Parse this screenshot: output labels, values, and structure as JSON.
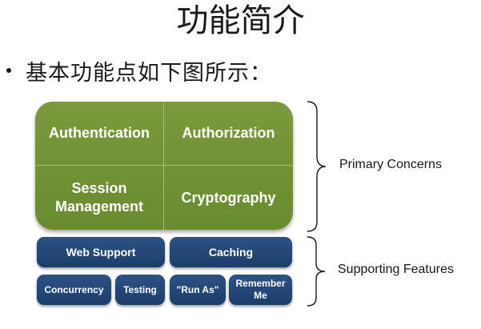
{
  "title": "功能简介",
  "bullet": "基本功能点如下图所示：",
  "primary": {
    "cells": [
      "Authentication",
      "Authorization",
      "Session\nManagement",
      "Cryptography"
    ],
    "label": "Primary Concerns",
    "color": "#6f8f35"
  },
  "supporting": {
    "items": [
      "Web Support",
      "Caching",
      "Concurrency",
      "Testing",
      "\"Run As\"",
      "Remember\nMe"
    ],
    "label": "Supporting Features",
    "color": "#1f4272"
  }
}
